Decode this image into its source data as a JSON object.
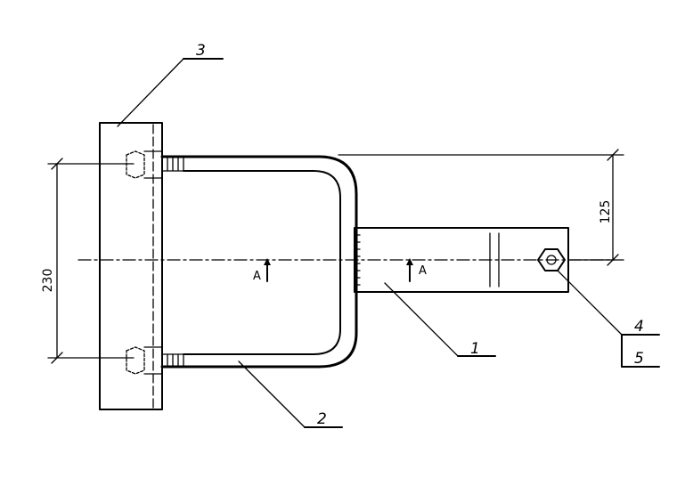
{
  "drawing": {
    "callouts": {
      "plate": "3",
      "bar": "1",
      "ubolt": "2",
      "nut": "4",
      "washer": "5"
    },
    "dimensions": {
      "bolt_spacing": "230",
      "offset": "125"
    },
    "section_marks": {
      "left": "A",
      "right": "A"
    }
  }
}
